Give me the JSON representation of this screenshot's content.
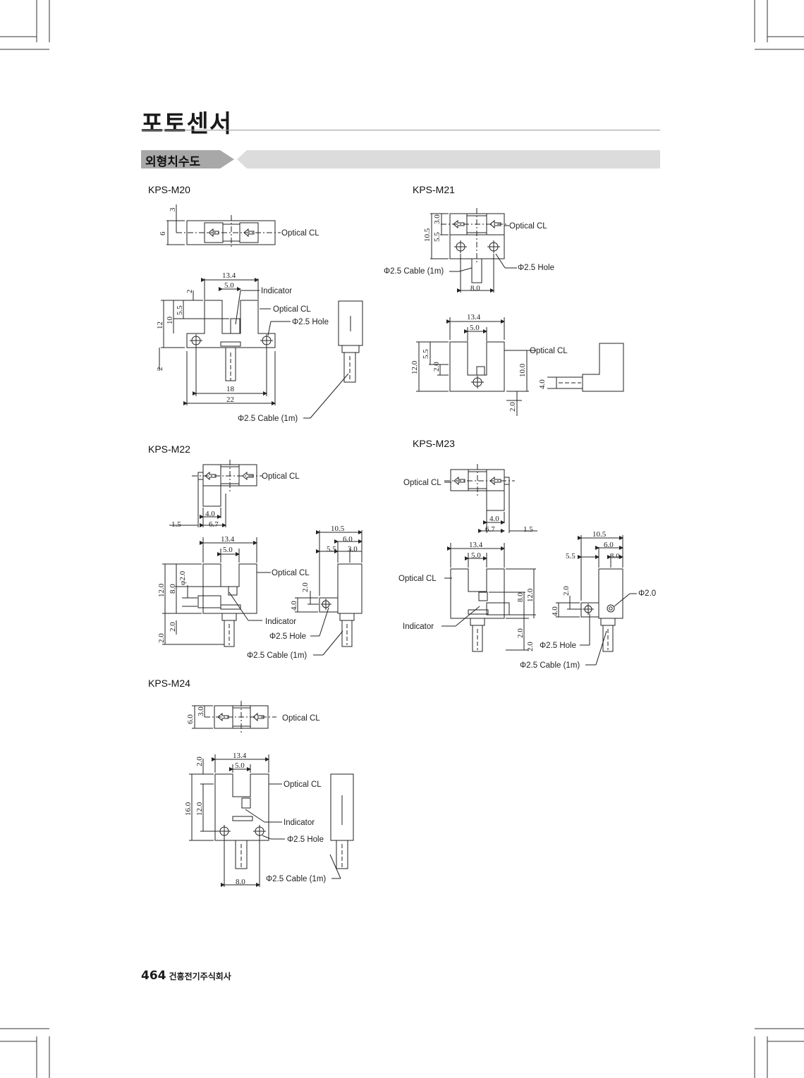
{
  "header": {
    "title": "포토센서",
    "section": "외형치수도"
  },
  "labels": {
    "optical_cl": "Optical CL",
    "indicator": "Indicator",
    "hole_25": "Φ2.5 Hole",
    "hole_25_wide": "Φ2.5  Hole",
    "cable_25": "Φ2.5 Cable (1m)",
    "phi_20": "Φ2.0",
    "phi_20_rot": "φ2.0"
  },
  "models": {
    "m20": {
      "name": "KPS-M20",
      "dims": {
        "d3": "3",
        "d6": "6",
        "d13_4": "13.4",
        "d5_0": "5.0",
        "d2": "2",
        "d5_5": "5.5",
        "d10": "10",
        "d12": "12",
        "d2b": "2",
        "d18": "18",
        "d22": "22"
      }
    },
    "m21": {
      "name": "KPS-M21",
      "dims": {
        "d10_5": "10.5",
        "d5_5": "5.5",
        "d3_0": "3.0",
        "d8_0": "8.0",
        "d13_4": "13.4",
        "d5_0": "5.0",
        "d12_0": "12.0",
        "d5_5b": "5.5",
        "d2_0": "2.0",
        "d10_0": "10.0",
        "d4_0": "4.0",
        "d2_0b": "2.0"
      }
    },
    "m22": {
      "name": "KPS-M22",
      "dims": {
        "d4_0": "4.0",
        "d1_5": "1.5",
        "d6_7": "6.7",
        "d13_4": "13.4",
        "d5_0": "5.0",
        "d12_0": "12.0",
        "d8_0": "8.0",
        "d2_0": "2.0",
        "d2_0b": "2.0",
        "d10_5": "10.5",
        "d6_0": "6.0",
        "d5_5": "5.5",
        "d3_0": "3.0",
        "d2_0c": "2.0",
        "d4_0b": "4.0"
      }
    },
    "m23": {
      "name": "KPS-M23",
      "dims": {
        "d4_0": "4.0",
        "d6_7": "6.7",
        "d1_5": "1.5",
        "d13_4": "13.4",
        "d5_0": "5.0",
        "d8_0": "8.0",
        "d12_0": "12.0",
        "d2_0": "2.0",
        "d2_0b": "2.0",
        "d10_5": "10.5",
        "d6_0": "6.0",
        "d5_5": "5.5",
        "d3_0": "3.0",
        "d2_0c": "2.0",
        "d4_0b": "4.0"
      }
    },
    "m24": {
      "name": "KPS-M24",
      "dims": {
        "d6_0": "6.0",
        "d3_0": "3.0",
        "d13_4": "13.4",
        "d5_0": "5.0",
        "d2_0": "2.0",
        "d16_0": "16.0",
        "d12_0": "12.0",
        "d8_0": "8.0"
      }
    }
  },
  "footer": {
    "page": "464",
    "company": "건흥전기주식회사"
  }
}
